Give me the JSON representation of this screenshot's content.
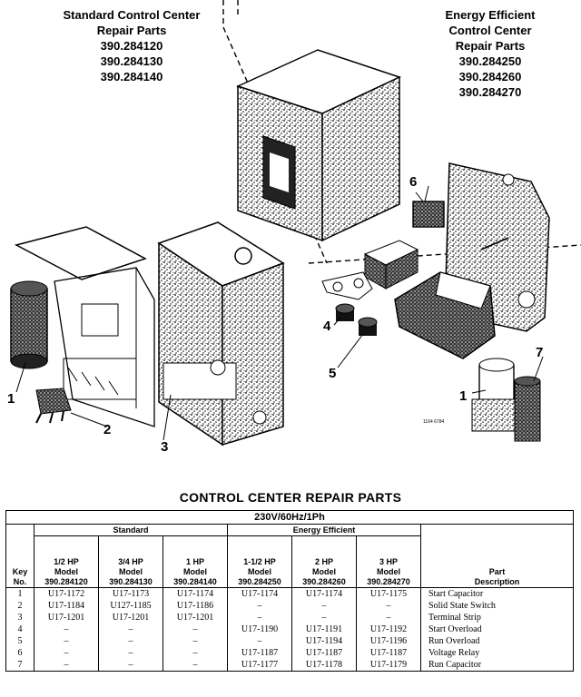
{
  "headers": {
    "standard": {
      "title_line1": "Standard Control Center",
      "title_line2": "Repair Parts",
      "models": [
        "390.284120",
        "390.284130",
        "390.284140"
      ]
    },
    "energy": {
      "title_line1": "Energy Efficient",
      "title_line2": "Control Center",
      "title_line3": "Repair Parts",
      "models": [
        "390.284250",
        "390.284260",
        "390.284270"
      ]
    }
  },
  "diagram": {
    "callouts": [
      "1",
      "2",
      "3",
      "4",
      "5",
      "6",
      "7",
      "1"
    ],
    "figure_id": "1164 6784"
  },
  "table": {
    "title": "CONTROL CENTER REPAIR PARTS",
    "voltage": "230V/60Hz/1Ph",
    "group_standard": "Standard",
    "group_energy": "Energy Efficient",
    "col_key": [
      "Key",
      "No."
    ],
    "columns": [
      [
        "1/2 HP",
        "Model",
        "390.284120"
      ],
      [
        "3/4 HP",
        "Model",
        "390.284130"
      ],
      [
        "1 HP",
        "Model",
        "390.284140"
      ],
      [
        "1-1/2 HP",
        "Model",
        "390.284250"
      ],
      [
        "2 HP",
        "Model",
        "390.284260"
      ],
      [
        "3 HP",
        "Model",
        "390.284270"
      ]
    ],
    "col_desc": [
      "Part",
      "Description"
    ],
    "rows": [
      {
        "key": "1",
        "c1": "U17-1172",
        "c2": "U17-1173",
        "c3": "U17-1174",
        "c4": "U17-1174",
        "c5": "U17-1174",
        "c6": "U17-1175",
        "desc": "Start Capacitor"
      },
      {
        "key": "2",
        "c1": "U17-1184",
        "c2": "U127-1185",
        "c3": "U17-1186",
        "c4": "–",
        "c5": "–",
        "c6": "–",
        "desc": "Solid State Switch"
      },
      {
        "key": "3",
        "c1": "U17-1201",
        "c2": "U17-1201",
        "c3": "U17-1201",
        "c4": "–",
        "c5": "–",
        "c6": "–",
        "desc": "Terminal Strip"
      },
      {
        "key": "4",
        "c1": "–",
        "c2": "–",
        "c3": "–",
        "c4": "U17-1190",
        "c5": "U17-1191",
        "c6": "U17-1192",
        "desc": "Start Overload"
      },
      {
        "key": "5",
        "c1": "–",
        "c2": "–",
        "c3": "–",
        "c4": "–",
        "c5": "U17-1194",
        "c6": "U17-1196",
        "desc": "Run Overload"
      },
      {
        "key": "6",
        "c1": "–",
        "c2": "–",
        "c3": "–",
        "c4": "U17-1187",
        "c5": "U17-1187",
        "c6": "U17-1187",
        "desc": "Voltage Relay"
      },
      {
        "key": "7",
        "c1": "–",
        "c2": "–",
        "c3": "–",
        "c4": "U17-1177",
        "c5": "U17-1178",
        "c6": "U17-1179",
        "desc": "Run Capacitor"
      }
    ]
  }
}
